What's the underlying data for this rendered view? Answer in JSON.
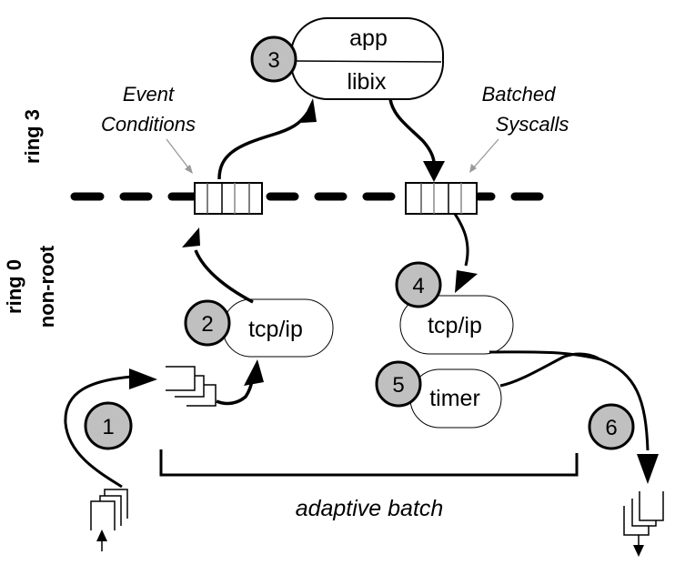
{
  "diagram": {
    "privilege_levels": {
      "upper": "ring 3",
      "lower_line1": "ring 0",
      "lower_line2": "non-root"
    },
    "annotations": {
      "event_conditions_line1": "Event",
      "event_conditions_line2": "Conditions",
      "batched_syscalls_line1": "Batched",
      "batched_syscalls_line2": "Syscalls",
      "adaptive_batch": "adaptive batch"
    },
    "components": {
      "app": "app",
      "libix": "libix",
      "tcpip_rx": "tcp/ip",
      "tcpip_tx": "tcp/ip",
      "timer": "timer"
    },
    "steps": [
      "1",
      "2",
      "3",
      "4",
      "5",
      "6"
    ],
    "queues": {
      "event_queue_slots": 5,
      "syscall_queue_slots": 5
    },
    "colors": {
      "step_fill": "#c0c0c0",
      "stroke": "#000000",
      "pointer": "#999999",
      "queue_divider": "#888888"
    }
  }
}
